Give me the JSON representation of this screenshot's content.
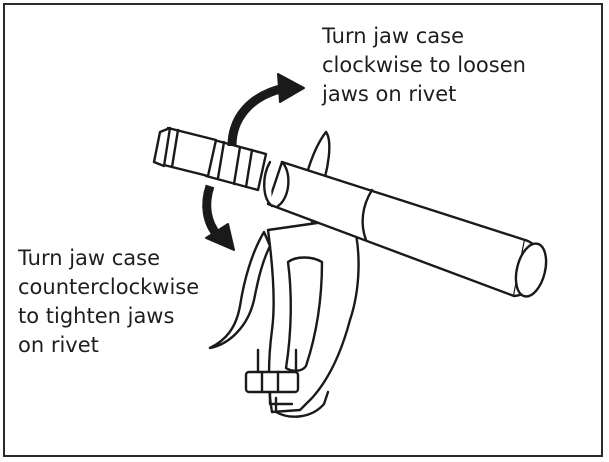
{
  "callouts": {
    "loosen": {
      "lines": [
        "Turn jaw case",
        "clockwise to loosen",
        "jaws on rivet"
      ]
    },
    "tighten": {
      "lines": [
        "Turn jaw case",
        "counterclockwise",
        "to tighten jaws",
        "on rivet"
      ]
    }
  },
  "colors": {
    "stroke": "#1a1a1a",
    "fill": "#ffffff"
  }
}
